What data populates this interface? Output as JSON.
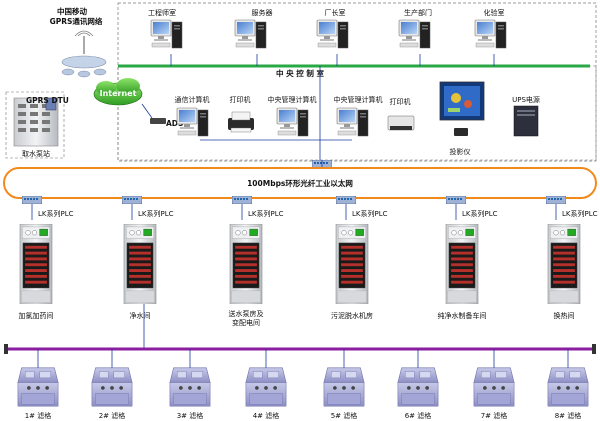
{
  "gprs": {
    "line1": "中国移动",
    "line2": "GPRS通讯网络"
  },
  "internet_label": "Internet",
  "adsl_label": "ADSL",
  "gprs_dtu_label": "GPRS DTU",
  "pump_station_label": "取水泵站",
  "top_stations": [
    {
      "label": "工程师室"
    },
    {
      "label": "服务器"
    },
    {
      "label": "厂长室"
    },
    {
      "label": "生产部门"
    },
    {
      "label": "化验室"
    }
  ],
  "control_room_label": "中 央 控 制 室",
  "control_items": {
    "comm_pc": "通信计算机",
    "printer1": "打印机",
    "mgmt_pc1": "中央管理计算机",
    "mgmt_pc2": "中央管理计算机",
    "printer2": "打印机",
    "projector": "投影仪",
    "ups": "UPS电源"
  },
  "ring_label": "100Mbps环形光纤工业以太网",
  "plc_cabinets": [
    {
      "tag": "LK系列PLC",
      "label": "加氯加药间",
      "label2": ""
    },
    {
      "tag": "LK系列PLC",
      "label": "净水间",
      "label2": ""
    },
    {
      "tag": "LK系列PLC",
      "label": "送水泵房及",
      "label2": "变配电间"
    },
    {
      "tag": "LK系列PLC",
      "label": "污泥脱水机房",
      "label2": ""
    },
    {
      "tag": "LK系列PLC",
      "label": "纯净水制备车间",
      "label2": ""
    },
    {
      "tag": "LK系列PLC",
      "label": "换热间",
      "label2": ""
    }
  ],
  "filters": [
    {
      "label": "1# 滤格"
    },
    {
      "label": "2# 滤格"
    },
    {
      "label": "3# 滤格"
    },
    {
      "label": "4# 滤格"
    },
    {
      "label": "5# 滤格"
    },
    {
      "label": "6# 滤格"
    },
    {
      "label": "7# 滤格"
    },
    {
      "label": "8# 滤格"
    }
  ],
  "colors": {
    "ring": "#f08a1c",
    "green_bus": "#2aa845",
    "purple_bus": "#8a1ea0",
    "lan": "#1a3a9c"
  }
}
